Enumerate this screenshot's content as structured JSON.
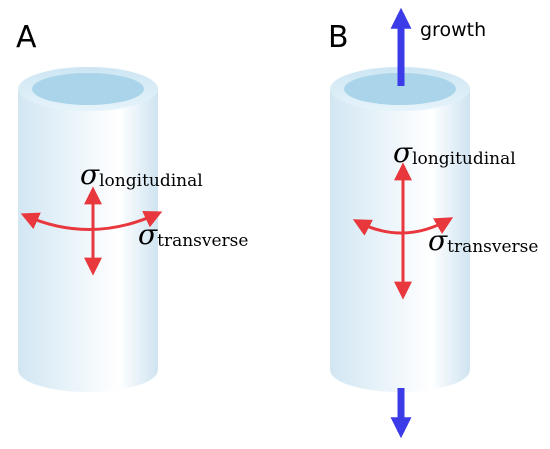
{
  "panels": [
    {
      "label": "A",
      "stress": {
        "longitudinal": {
          "symbol": "σ",
          "subscript": "longitudinal"
        },
        "transverse": {
          "symbol": "σ",
          "subscript": "transverse"
        }
      }
    },
    {
      "label": "B",
      "growth_label": "growth",
      "stress": {
        "longitudinal": {
          "symbol": "σ",
          "subscript": "longitudinal"
        },
        "transverse": {
          "symbol": "σ",
          "subscript": "transverse"
        }
      }
    }
  ],
  "colors": {
    "stress_arrow": "#e8383d",
    "growth_arrow": "#3b3be8",
    "tube_edge": "#d4e8f3",
    "tube_mid": "#fafdff",
    "tube_inner": "#a9d4ea",
    "tube_rim": "#cfe7f4"
  },
  "icons": {
    "tube": "hollow-cylinder",
    "stress_arrows": "double-headed-arrows",
    "growth_arrows": "vertical-blue-arrows"
  }
}
